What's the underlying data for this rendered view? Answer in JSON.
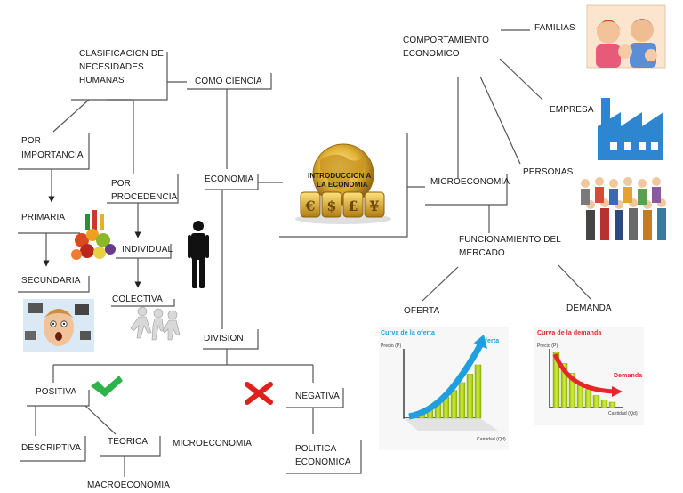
{
  "center": {
    "title_line1": "INTRODUCCION A",
    "title_line2": "LA ECONOMIA"
  },
  "nodes": {
    "clasificacion_line1": "CLASIFICACION DE",
    "clasificacion_line2": "NECESIDADES",
    "clasificacion_line3": "HUMANAS",
    "como_ciencia": "COMO CIENCIA",
    "por_importancia_line1": "POR",
    "por_importancia_line2": "IMPORTANCIA",
    "por_procedencia_line1": "POR",
    "por_procedencia_line2": "PROCEDENCIA",
    "economia": "ECONOMIA",
    "primaria": "PRIMARIA",
    "secundaria": "SECUNDARIA",
    "individual": "INDIVIDUAL",
    "colectiva": "COLECTIVA",
    "division": "DIVISION",
    "positiva": "POSITIVA",
    "negativa": "NEGATIVA",
    "descriptiva": "DESCRIPTIVA",
    "teorica": "TEORICA",
    "microeconomia_left": "MICROECONOMIA",
    "macroeconomia": "MACROECONOMIA",
    "politica_line1": "POLITICA",
    "politica_line2": "ECONOMICA",
    "comportamiento_line1": "COMPORTAMIENTO",
    "comportamiento_line2": "ECONOMICO",
    "familias": "FAMILIAS",
    "empresa": "EMPRESA",
    "personas": "PERSONAS",
    "microeconomia_right": "MICROECONOMIA",
    "funcionamiento_line1": "FUNCIONAMIENTO DEL",
    "funcionamiento_line2": "MERCADO",
    "oferta": "OFERTA",
    "demanda": "DEMANDA"
  },
  "oferta_chart": {
    "title": "Curva de la oferta",
    "ylabel": "Precio (P)",
    "xlabel": "Cantidad (Qd)",
    "curve_label": "Oferta"
  },
  "demanda_chart": {
    "title": "Curva de la demanda",
    "ylabel": "Precio (P)",
    "xlabel": "Cantidad (Qd)",
    "curve_label": "Demanda"
  },
  "colors": {
    "line": "#555555",
    "check": "#2db34a",
    "cross": "#e0201b",
    "factory": "#2e86d1",
    "bars": "#b8d81f",
    "oferta_arrow": "#1e9fe0",
    "demanda_arrow": "#e8262a"
  }
}
